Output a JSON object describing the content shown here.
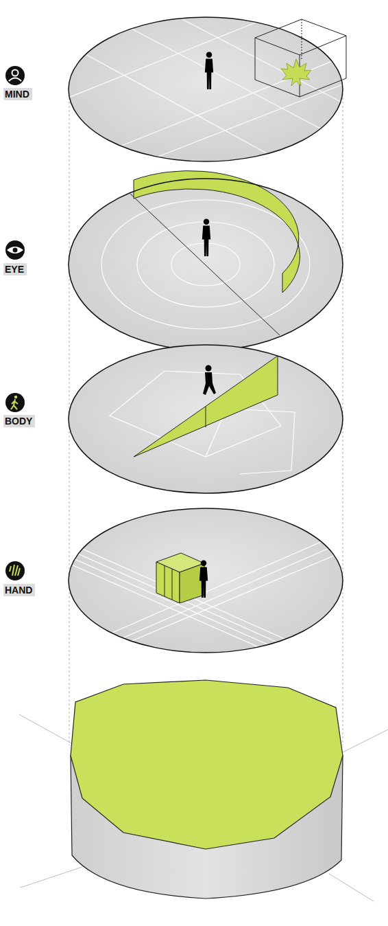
{
  "diagram": {
    "labels": [
      "MIND",
      "EYE",
      "BODY",
      "HAND"
    ]
  }
}
